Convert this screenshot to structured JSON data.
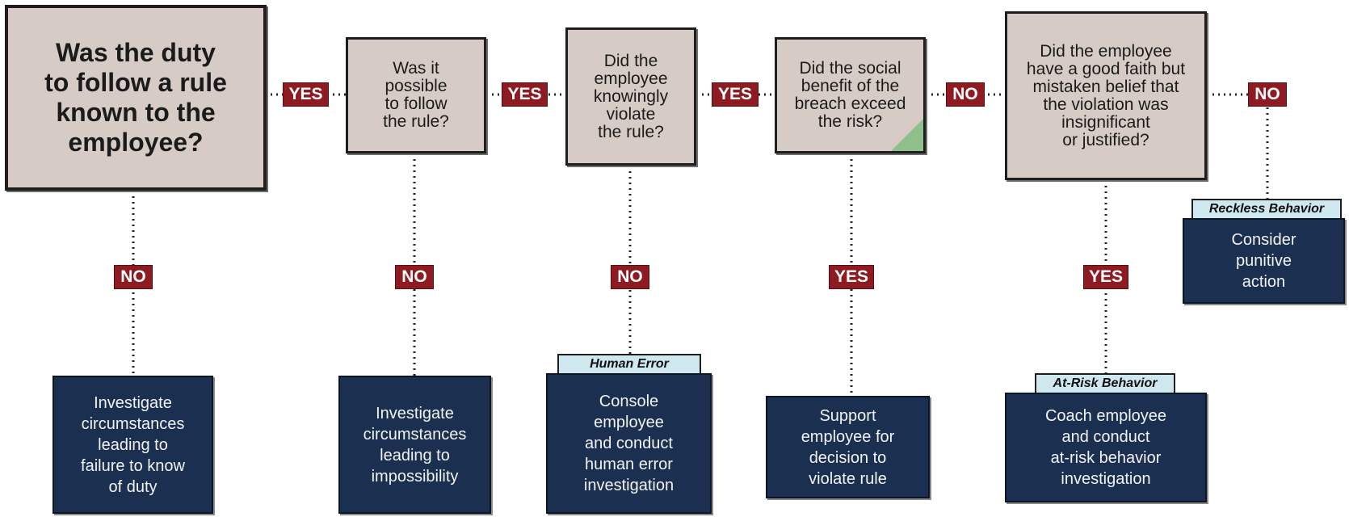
{
  "questions": {
    "q1": "Was the duty\nto follow a rule\nknown to the\nemployee?",
    "q2": "Was it\npossible\nto follow\nthe rule?",
    "q3": "Did the\nemployee\nknowingly\nviolate\nthe rule?",
    "q4": "Did the social\nbenefit of the\nbreach exceed\nthe risk?",
    "q5": "Did the employee\nhave a good faith but\nmistaken belief that\nthe violation was\ninsignificant\nor justified?"
  },
  "connectors": {
    "q1_q2": "YES",
    "q2_q3": "YES",
    "q3_q4": "YES",
    "q4_q5": "NO",
    "q5_reckless": "NO",
    "q1_down": "NO",
    "q2_down": "NO",
    "q3_down": "NO",
    "q4_down": "YES",
    "q5_down": "YES"
  },
  "categories": {
    "human_error": "Human Error",
    "at_risk": "At-Risk Behavior",
    "reckless": "Reckless Behavior"
  },
  "actions": {
    "a1": "Investigate\ncircumstances\nleading to\nfailure to know\nof duty",
    "a2": "Investigate\ncircumstances\nleading to\nimpossibility",
    "a3": "Console\nemployee\nand conduct\nhuman error\ninvestigation",
    "a4": "Support\nemployee for\ndecision to\nviolate rule",
    "a5": "Coach employee\nand conduct\nat-risk behavior\ninvestigation",
    "a6": "Consider\npunitive\naction"
  },
  "colors": {
    "question_fill": "#d7ccc5",
    "badge_fill": "#8e1b22",
    "action_fill": "#1b3050",
    "tag_fill": "#cfe7ee",
    "corner_accent": "#8fbf8a"
  }
}
